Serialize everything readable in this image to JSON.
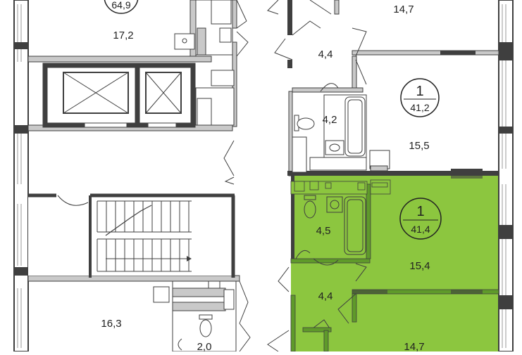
{
  "colors": {
    "wall": "#3f3f3f",
    "wall_light": "#c9c9c9",
    "highlight_fill": "#8cc63f",
    "highlight_dark": "#5f9a2a",
    "label": "#222222",
    "window": "#d8d8d8"
  },
  "rooms": {
    "top_left_apartment_area": "64,9",
    "top_left_room": "17,2",
    "top_right_room": "14,7",
    "hall_top": "4,4",
    "bath_top": "4,2",
    "living_top": "15,5",
    "hall_bottom": "4,4",
    "bath_bottom": "4,5",
    "living_bottom": "15,4",
    "room_bottom_right": "14,7",
    "room_bottom_left": "16,3",
    "bath_small": "2,0"
  },
  "apartments": {
    "upper": {
      "rooms": "1",
      "area": "41,2"
    },
    "selected": {
      "rooms": "1",
      "area": "41,4"
    }
  },
  "icons": [
    "elevator-icon",
    "stair-arrow-icon",
    "toilet-icon",
    "bathtub-icon",
    "sink-icon",
    "door-swing-icon"
  ]
}
